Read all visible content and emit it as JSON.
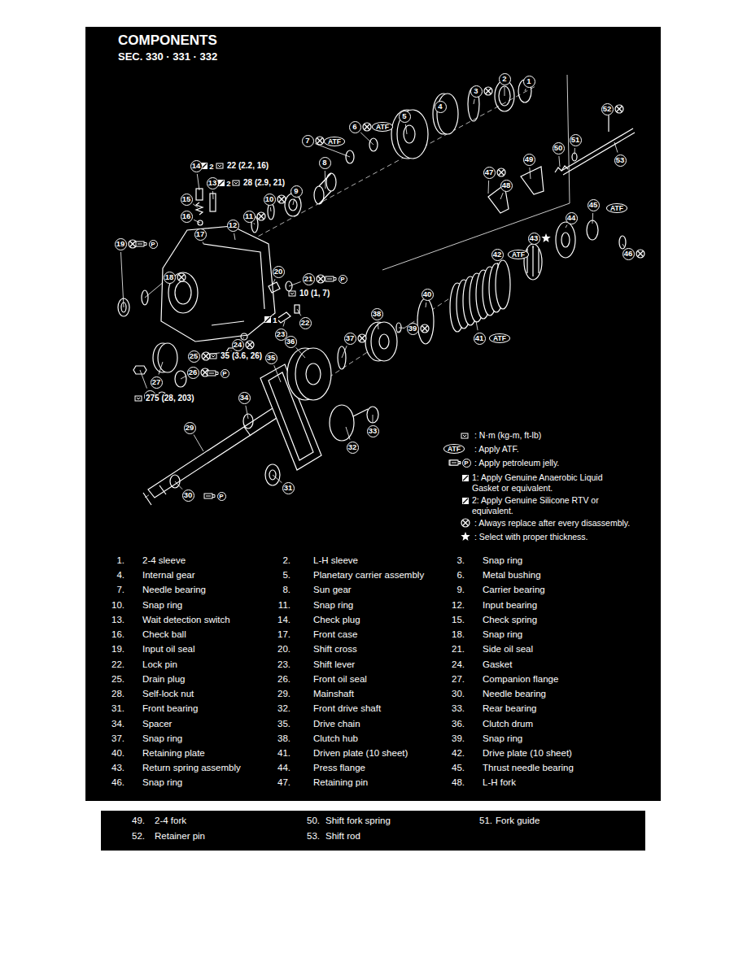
{
  "diagram": {
    "title": "COMPONENTS",
    "labels": [
      "SEC. 330 · 331 · 332",
      "1",
      "2",
      "3",
      "4",
      "5",
      "6",
      "7",
      "8",
      "9",
      "10",
      "11",
      "12",
      "13",
      "14",
      "15",
      "16",
      "17",
      "18",
      "19",
      "20",
      "21",
      "22",
      "23",
      "24",
      "25",
      "26",
      "27",
      "28",
      "29",
      "30",
      "31",
      "32",
      "33",
      "34",
      "35",
      "36",
      "37",
      "38",
      "39",
      "40",
      "41",
      "42",
      "43",
      "44",
      "45",
      "46",
      "47",
      "48",
      "49",
      "50",
      "51",
      "52",
      "53",
      "ATF",
      "ATF",
      "ATF",
      "ATF",
      "ATF",
      "2",
      "22 (2.2, 16)",
      "2",
      "28 (2.9, 21)",
      "P",
      "P",
      "10 (1, 7)",
      "1",
      "35 (3.6, 26)",
      "P",
      "275 (28, 203)",
      "P",
      "ATF",
      "P",
      "1.",
      "2-4 sleeve",
      "2.",
      "L-H sleeve",
      "3.",
      "Snap ring",
      "4.",
      "Internal gear",
      "5.",
      "Planetary carrier assembly",
      "6.",
      "Metal bushing",
      "7.",
      "Needle bearing",
      "8.",
      "Sun gear",
      "9.",
      "Carrier bearing",
      "10.",
      "Snap ring",
      "11.",
      "Snap ring",
      "12.",
      "Input bearing",
      "13.",
      "Wait detection switch",
      "14.",
      "Check plug",
      "15.",
      "Check spring",
      "16.",
      "Check ball",
      "17.",
      "Front case",
      "18.",
      "Snap ring",
      "19.",
      "Input oil seal",
      "20.",
      "Shift cross",
      "21.",
      "Side oil seal",
      "22.",
      "Lock pin",
      "23.",
      "Shift lever",
      "24.",
      "Gasket",
      "25.",
      "Drain plug",
      "26.",
      "Front oil seal",
      "27.",
      "Companion flange",
      "28.",
      "Self-lock nut",
      "29.",
      "Mainshaft",
      "30.",
      "Needle bearing",
      "31.",
      "Front bearing",
      "32.",
      "Front drive shaft",
      "33.",
      "Rear bearing",
      "34.",
      "Spacer",
      "35.",
      "Drive chain",
      "36.",
      "Clutch drum",
      "37.",
      "Snap ring",
      "38.",
      "Clutch hub",
      "39.",
      "Snap ring",
      "40.",
      "Retaining plate",
      "41.",
      "Driven plate (10 sheet)",
      "42.",
      "Drive plate (10 sheet)",
      "43.",
      "Return spring assembly",
      "44.",
      "Press flange",
      "45.",
      "Thrust needle bearing",
      "46.",
      "Snap ring",
      "47.",
      "Retaining pin",
      "48.",
      "L-H fork",
      "49.",
      "2-4 fork",
      "50.",
      "Shift fork spring",
      "51.",
      "Fork guide",
      "52.",
      "Retainer pin",
      "53.",
      "Shift rod"
    ],
    "legend": [
      {
        "text": ": N·m (kg-m, ft-lb)"
      },
      {
        "text": ": Apply ATF."
      },
      {
        "text": ": Apply petroleum jelly."
      },
      {
        "text": "1: Apply Genuine Anaerobic Liquid Gasket or equivalent."
      },
      {
        "text": "2: Apply Genuine Silicone RTV or equivalent."
      },
      {
        "text": ": Always replace after every disassembly."
      },
      {
        "text": ": Select with proper thickness."
      }
    ]
  }
}
